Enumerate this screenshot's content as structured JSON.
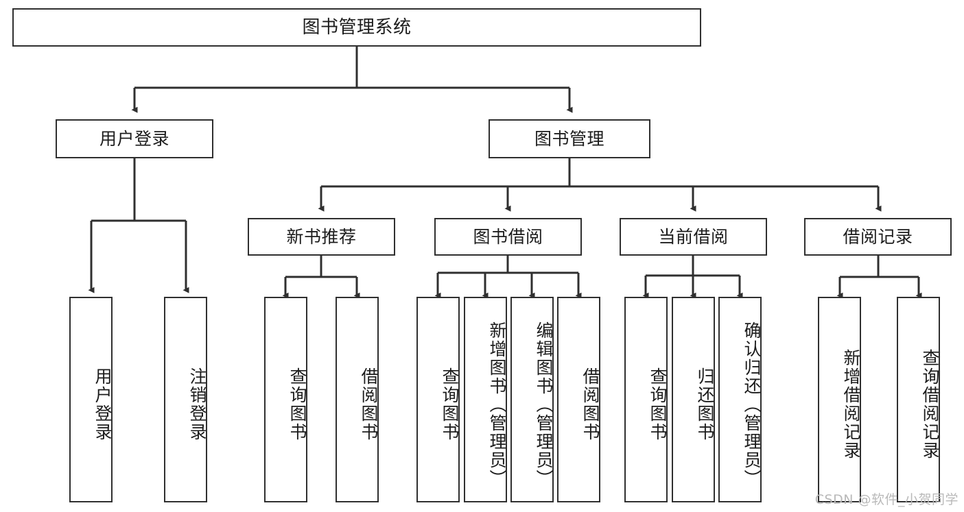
{
  "diagram": {
    "title": "图书管理系统",
    "type": "tree-hierarchy-chart",
    "orientation": "top-down",
    "line_color": "#2f2f2f",
    "box_fill": "#ffffff",
    "text_color": "#1c1c1c"
  },
  "root": {
    "label": "图书管理系统"
  },
  "level2": [
    {
      "label": "用户登录"
    },
    {
      "label": "图书管理"
    }
  ],
  "level3": [
    {
      "label": "新书推荐"
    },
    {
      "label": "图书借阅"
    },
    {
      "label": "当前借阅"
    },
    {
      "label": "借阅记录"
    }
  ],
  "leaves": {
    "user_login": [
      {
        "label": "用户登录"
      },
      {
        "label": "注销登录"
      }
    ],
    "new_book_recommend": [
      {
        "label": "查询图书"
      },
      {
        "label": "借阅图书"
      }
    ],
    "book_borrow": [
      {
        "label": "查询图书"
      },
      {
        "label": "新增图书（管理员）"
      },
      {
        "label": "编辑图书（管理员）"
      },
      {
        "label": "借阅图书"
      }
    ],
    "current_borrow": [
      {
        "label": "查询图书"
      },
      {
        "label": "归还图书"
      },
      {
        "label": "确认归还（管理员）"
      }
    ],
    "borrow_records": [
      {
        "label": "新增借阅记录"
      },
      {
        "label": "查询借阅记录"
      }
    ]
  },
  "watermark": {
    "text": "CSDN @软件_小贺同学"
  }
}
